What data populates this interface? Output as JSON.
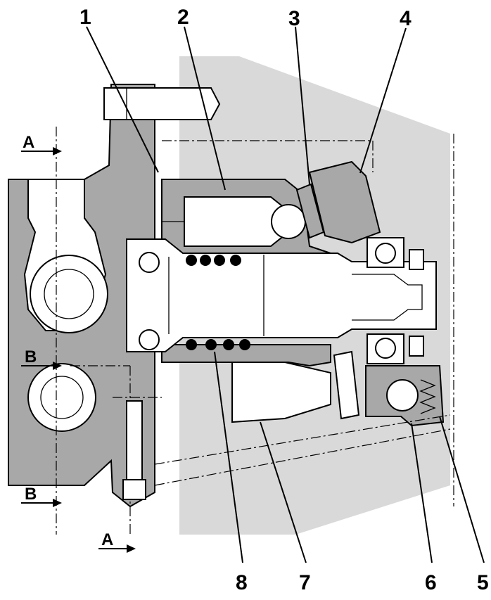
{
  "callouts": {
    "c1": "1",
    "c2": "2",
    "c3": "3",
    "c4": "4",
    "c5": "5",
    "c6": "6",
    "c7": "7",
    "c8": "8"
  },
  "sections": {
    "a_top": "A",
    "a_bottom": "A",
    "b_top": "B",
    "b_bottom": "B"
  }
}
